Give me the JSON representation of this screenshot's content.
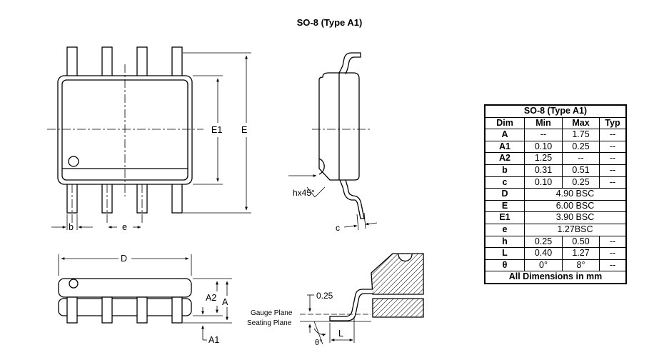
{
  "title": "SO-8 (Type A1)",
  "labels": {
    "E1": "E1",
    "E": "E",
    "b": "b",
    "e": "e",
    "hx45": "hx45°",
    "c": "c",
    "D": "D",
    "A2": "A2",
    "A": "A",
    "A1": "A1",
    "gauge_value": "0.25",
    "gauge_plane": "Gauge Plane",
    "seating_plane": "Seating Plane",
    "L": "L",
    "theta": "θ°"
  },
  "table": {
    "title": "SO-8 (Type A1)",
    "headers": [
      "Dim",
      "Min",
      "Max",
      "Typ"
    ],
    "rows": [
      {
        "dim": "A",
        "min": "--",
        "max": "1.75",
        "typ": "--"
      },
      {
        "dim": "A1",
        "min": "0.10",
        "max": "0.25",
        "typ": "--"
      },
      {
        "dim": "A2",
        "min": "1.25",
        "max": "--",
        "typ": "--"
      },
      {
        "dim": "b",
        "min": "0.31",
        "max": "0.51",
        "typ": "--"
      },
      {
        "dim": "c",
        "min": "0.10",
        "max": "0.25",
        "typ": "--"
      },
      {
        "dim": "D",
        "span": "4.90 BSC"
      },
      {
        "dim": "E",
        "span": "6.00 BSC"
      },
      {
        "dim": "E1",
        "span": "3.90 BSC"
      },
      {
        "dim": "e",
        "span": "1.27BSC"
      },
      {
        "dim": "h",
        "min": "0.25",
        "max": "0.50",
        "typ": "--"
      },
      {
        "dim": "L",
        "min": "0.40",
        "max": "1.27",
        "typ": "--"
      },
      {
        "dim": "θ",
        "min": "0°",
        "max": "8°",
        "typ": "--"
      }
    ],
    "footer": "All Dimensions in mm"
  }
}
